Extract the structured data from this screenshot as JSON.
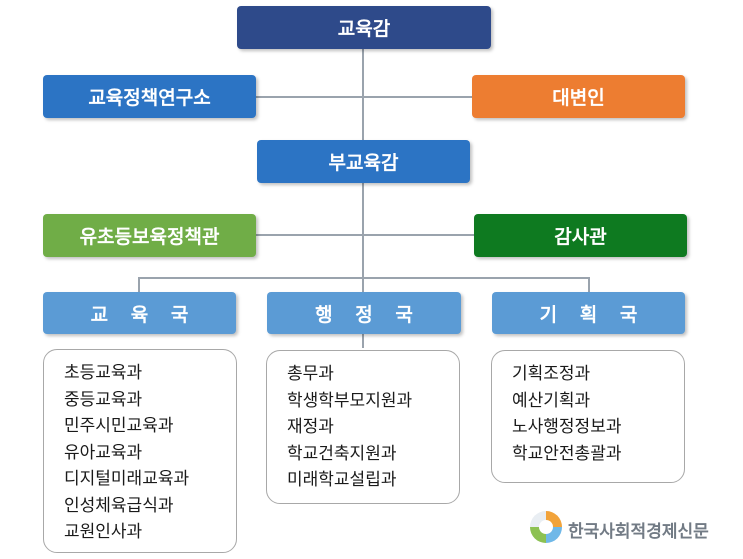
{
  "top": {
    "superintendent": "교육감"
  },
  "row1": {
    "institute": "교육정책연구소",
    "spokesperson": "대변인"
  },
  "deputy": "부교육감",
  "row2": {
    "policy_officer": "유초등보육정책관",
    "audit_officer": "감사관"
  },
  "bureaus": [
    {
      "name": "교 육 국",
      "divisions": [
        "초등교육과",
        "중등교육과",
        "민주시민교육과",
        "유아교육과",
        "디지털미래교육과",
        "인성체육급식과",
        "교원인사과"
      ]
    },
    {
      "name": "행 정 국",
      "divisions": [
        "총무과",
        "학생학부모지원과",
        "재정과",
        "학교건축지원과",
        "미래학교설립과"
      ]
    },
    {
      "name": "기 획 국",
      "divisions": [
        "기획조정과",
        "예산기획과",
        "노사행정정보과",
        "학교안전총괄과"
      ]
    }
  ],
  "colors": {
    "navy": "#2e4a8a",
    "blue": "#2c74c4",
    "orange": "#ed7d31",
    "light_green": "#70ad47",
    "dark_green": "#0e7a20",
    "bureau_blue": "#5b9bd5"
  },
  "watermark": {
    "name": "한국사회적경제신문",
    "logo_icon": "newspaper-logo-icon"
  }
}
